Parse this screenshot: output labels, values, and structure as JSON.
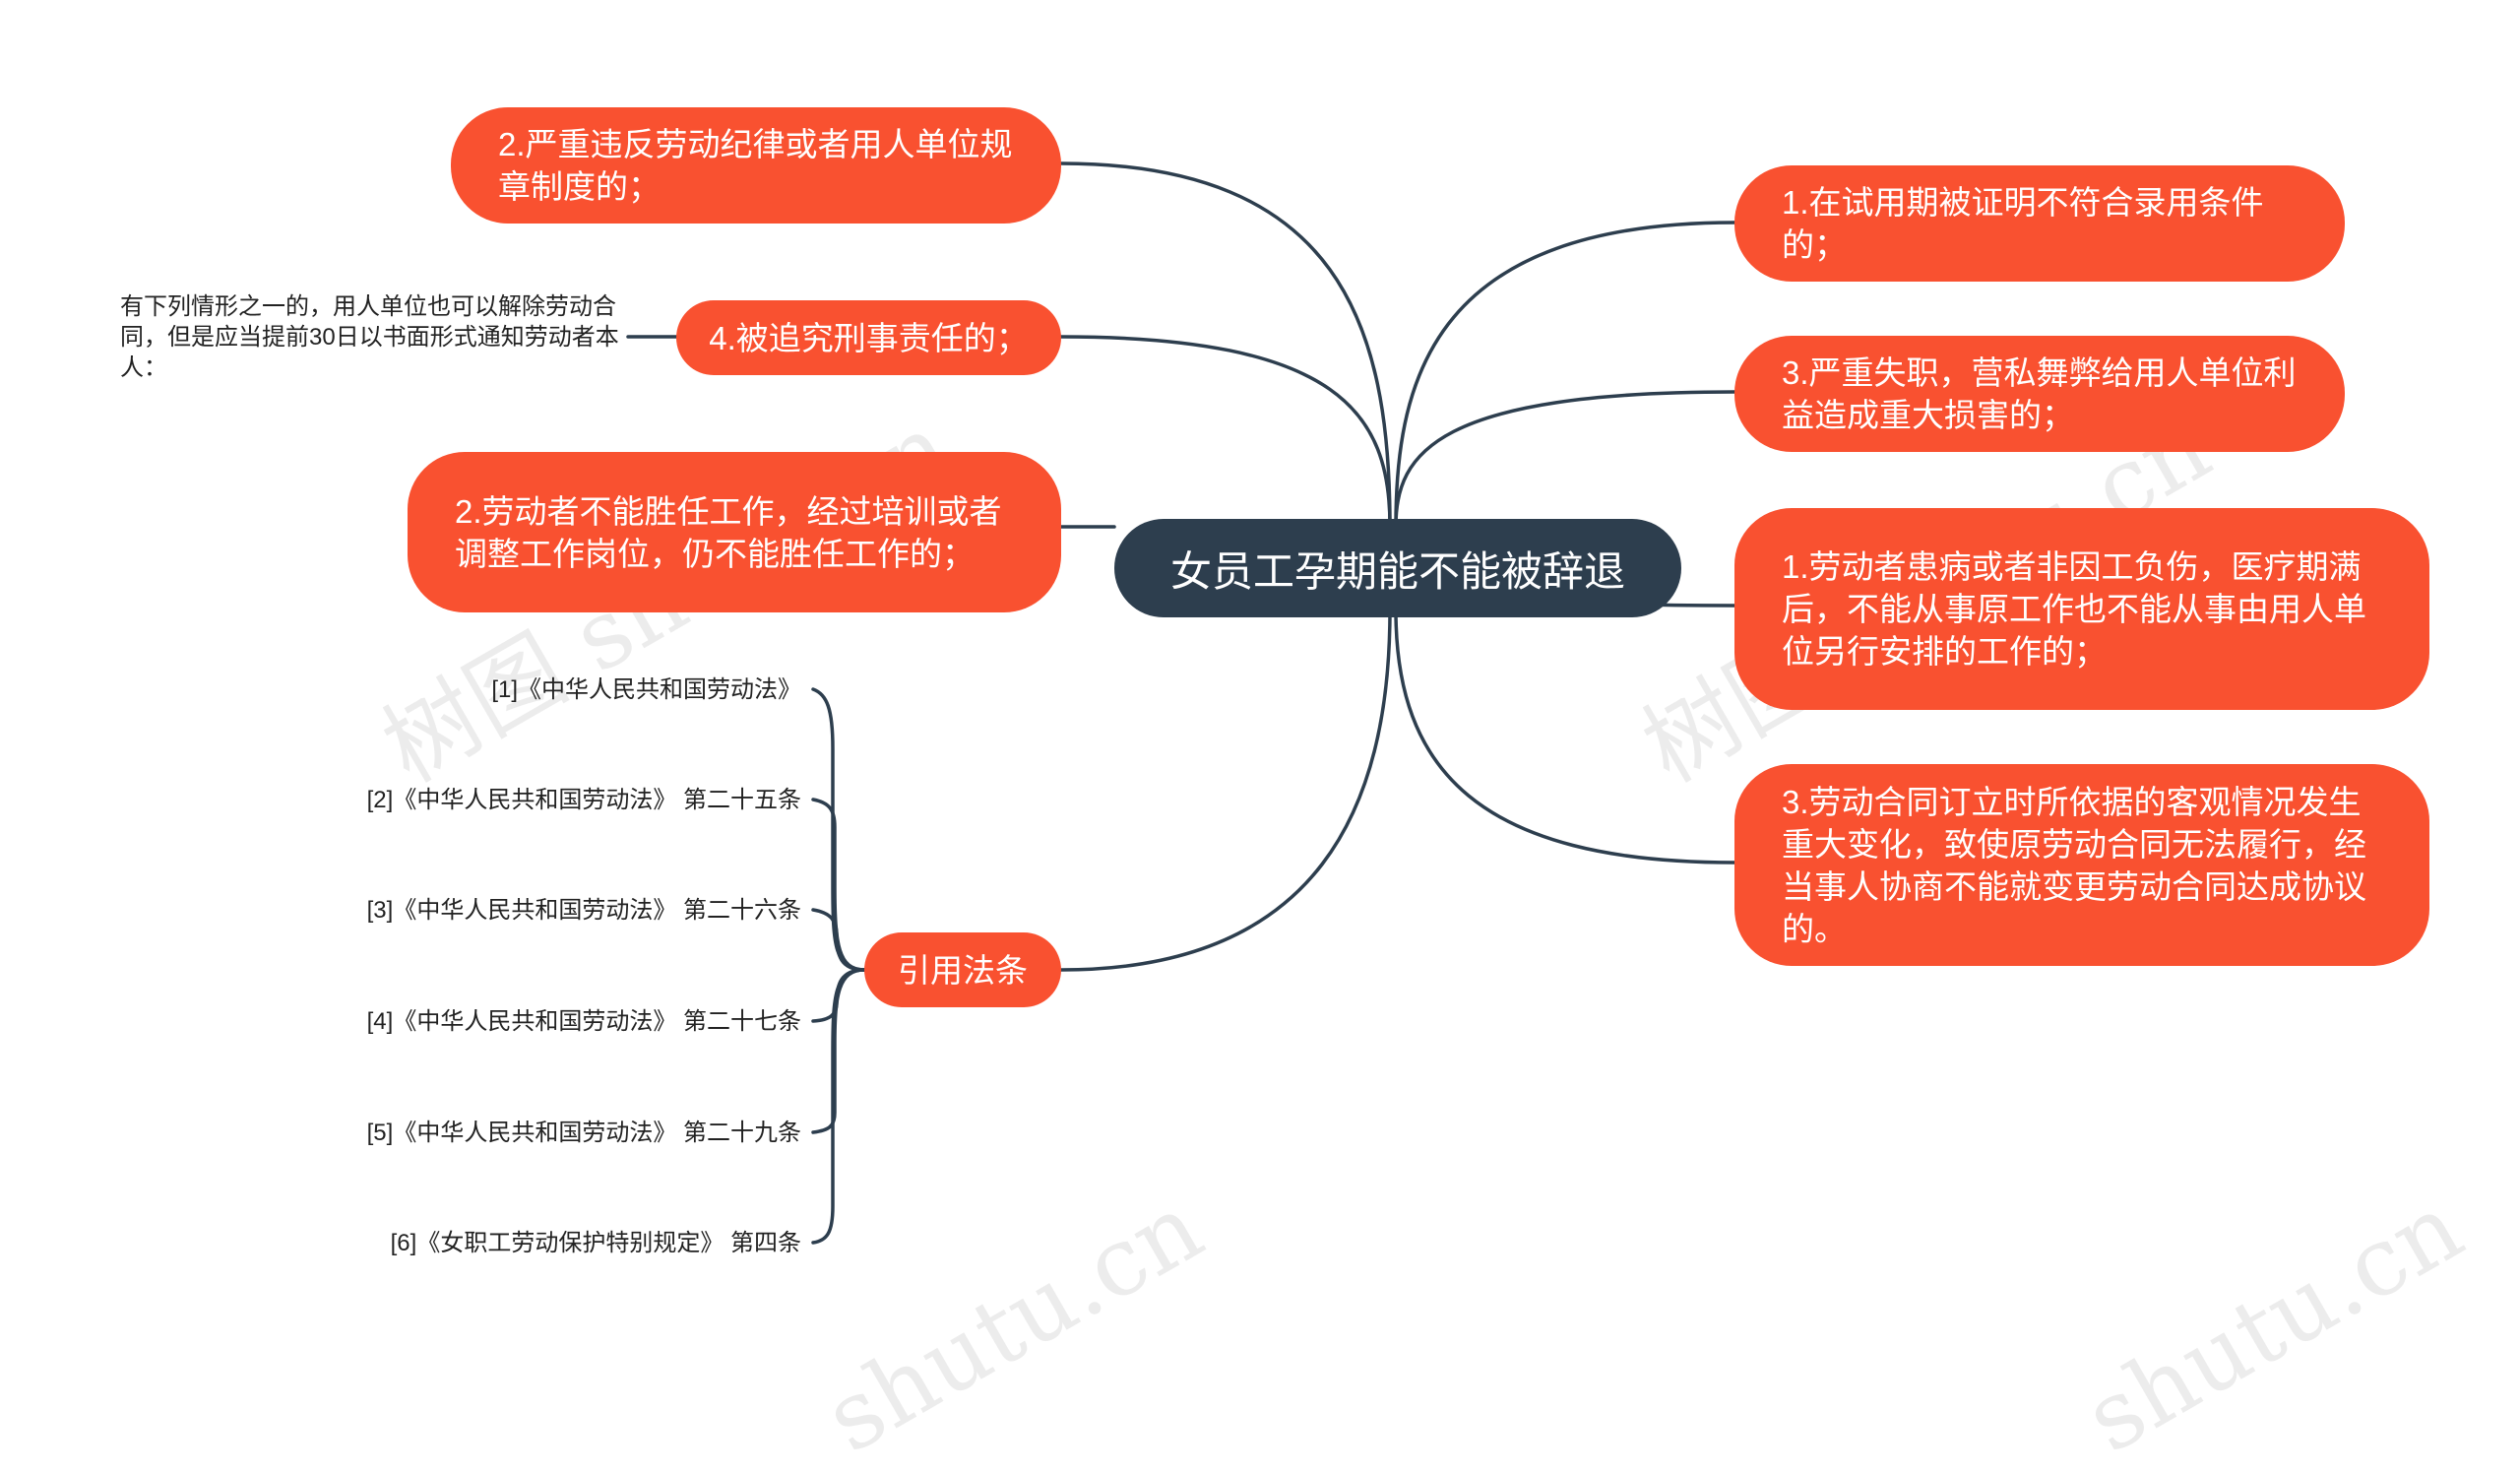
{
  "center": "女员工孕期能不能被辞退",
  "right_nodes": [
    "1.在试用期被证明不符合录用条件的；",
    "3.严重失职，营私舞弊给用人单位利益造成重大损害的；",
    "1.劳动者患病或者非因工负伤，医疗期满后，不能从事原工作也不能从事由用人单位另行安排的工作的；",
    "3.劳动合同订立时所依据的客观情况发生重大变化，致使原劳动合同无法履行，经当事人协商不能就变更劳动合同达成协议的。"
  ],
  "left_nodes": [
    "2.严重违反劳动纪律或者用人单位规章制度的；",
    "4.被追究刑事责任的；",
    "2.劳动者不能胜任工作，经过培训或者调整工作岗位，仍不能胜任工作的；"
  ],
  "left_note": "有下列情形之一的，用人单位也可以解除劳动合同，但是应当提前30日以书面形式通知劳动者本人：",
  "citations": {
    "label": "引用法条",
    "items": [
      "[1]《中华人民共和国劳动法》",
      "[2]《中华人民共和国劳动法》 第二十五条",
      "[3]《中华人民共和国劳动法》 第二十六条",
      "[4]《中华人民共和国劳动法》 第二十七条",
      "[5]《中华人民共和国劳动法》 第二十九条",
      "[6]《女职工劳动保护特别规定》 第四条"
    ]
  },
  "watermarks": [
    "树图 shutu.cn",
    "树图 shutu.cn",
    "shutu.cn",
    "shutu.cn"
  ],
  "colors": {
    "node": "#f95130",
    "center": "#2d3e4e",
    "link": "#2d3e4e"
  }
}
